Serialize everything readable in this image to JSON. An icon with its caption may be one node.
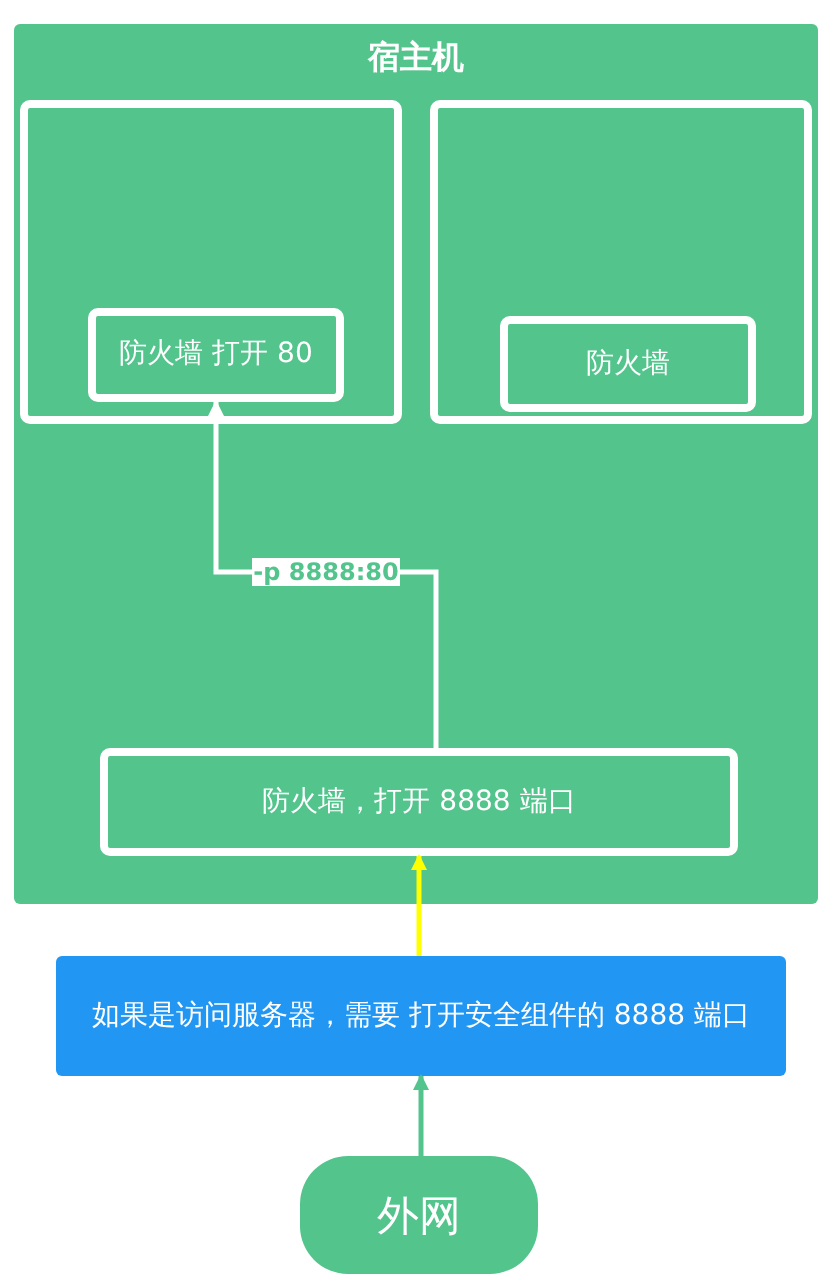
{
  "diagram": {
    "nodes": [
      {
        "text": [
          "宿主机"
        ]
      },
      {
        "text": [],
        "shape": "box",
        "in": 0
      },
      {
        "text": [
          "防火墙 打开 80"
        ],
        "in": 1
      },
      {
        "text": [],
        "shape": "box",
        "in": 0
      },
      {
        "text": [
          "防火墙"
        ],
        "in": 3
      },
      {
        "text": [
          "防火墙，打开 8888 端口"
        ],
        "in": 0
      },
      {
        "text": [
          "如果是访问服务器，需要 打开安全组件的 8888 端口"
        ]
      },
      {
        "text": [
          "外网"
        ]
      }
    ],
    "edges": [
      {
        "from": 7,
        "to": 6,
        "arrow": "to",
        "color": "#52c48c"
      },
      {
        "from": 6,
        "to": 5,
        "arrow": "to",
        "color": "#ffff00"
      },
      {
        "from": 5,
        "to": 2,
        "arrow": "to",
        "label": "-p 8888:80",
        "color": "#ffffff"
      }
    ]
  }
}
